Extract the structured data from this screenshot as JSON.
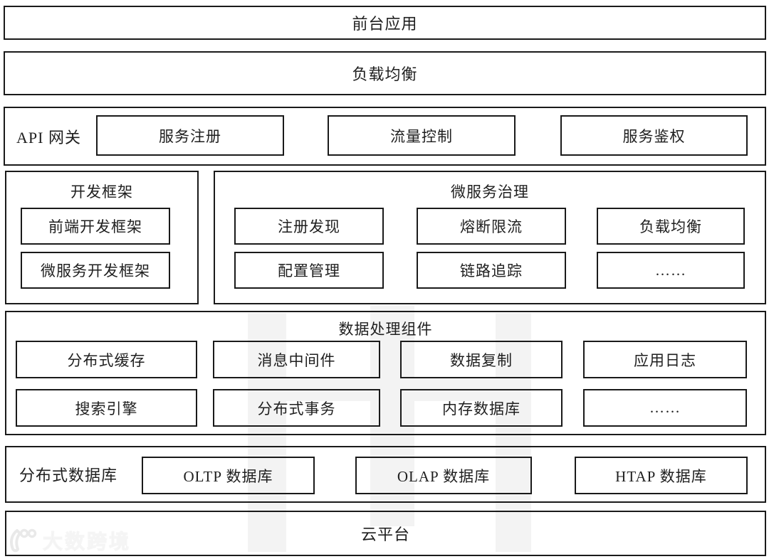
{
  "layers": {
    "frontend_app": {
      "label": "前台应用"
    },
    "load_balancer": {
      "label": "负载均衡"
    },
    "api_gateway": {
      "label": "API 网关",
      "items": [
        "服务注册",
        "流量控制",
        "服务鉴权"
      ]
    },
    "dev_framework": {
      "title": "开发框架",
      "items": [
        "前端开发框架",
        "微服务开发框架"
      ]
    },
    "microservice_governance": {
      "title": "微服务治理",
      "items": [
        "注册发现",
        "熔断限流",
        "负载均衡",
        "配置管理",
        "链路追踪",
        "……"
      ]
    },
    "data_processing": {
      "title": "数据处理组件",
      "items": [
        "分布式缓存",
        "消息中间件",
        "数据复制",
        "应用日志",
        "搜索引擎",
        "分布式事务",
        "内存数据库",
        "……"
      ]
    },
    "distributed_database": {
      "label": "分布式数据库",
      "items": [
        "OLTP 数据库",
        "OLAP 数据库",
        "HTAP 数据库"
      ]
    },
    "cloud_platform": {
      "label": "云平台"
    }
  },
  "watermark": {
    "text": "大数跨境"
  },
  "colors": {
    "border": "#1a1a1a",
    "text": "#1f1f1f",
    "background": "#ffffff",
    "watermark": "#e9e9e9"
  }
}
